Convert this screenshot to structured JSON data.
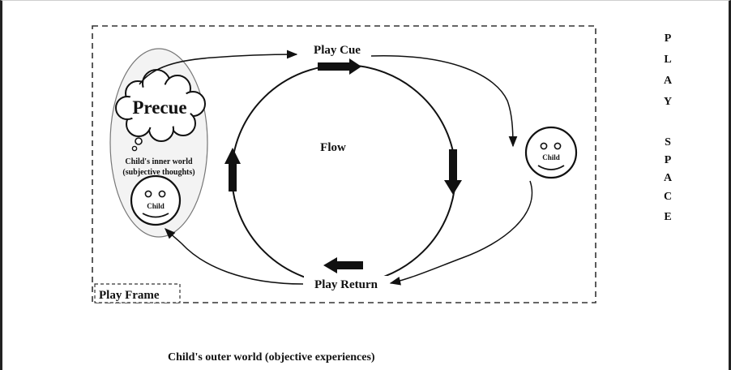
{
  "diagram": {
    "play_cue": "Play Cue",
    "play_return": "Play Return",
    "flow": "Flow",
    "precue": "Precue",
    "inner_world_line1": "Child's inner world",
    "inner_world_line2": "(subjective thoughts)",
    "child_label_inner": "Child",
    "child_label_outer": "Child",
    "play_frame": "Play Frame",
    "play_space_letters": [
      "P",
      "L",
      "A",
      "Y",
      "S",
      "P",
      "A",
      "C",
      "E"
    ],
    "outer_world": "Child's outer world (objective experiences)"
  }
}
